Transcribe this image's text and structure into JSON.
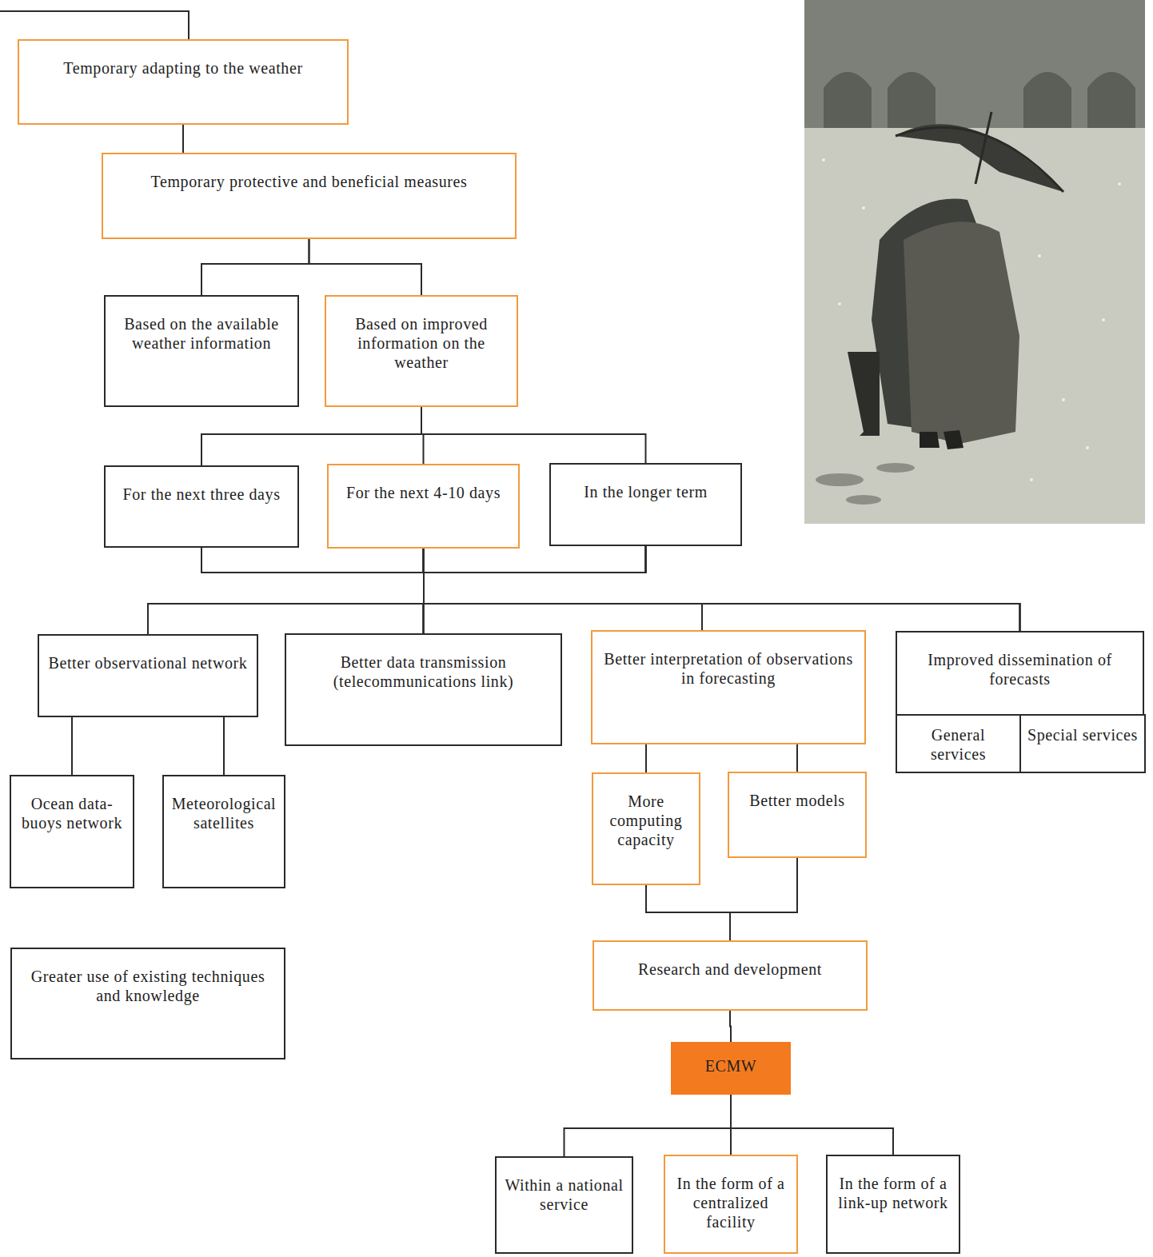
{
  "diagram": {
    "nodes": [
      {
        "text": [
          "Temporary adapting to the weather"
        ]
      },
      {
        "text": [
          "Temporary protective and beneficial measures"
        ]
      },
      {
        "text": [
          "Based on the available weather information"
        ]
      },
      {
        "text": [
          "Based on improved information on the weather"
        ]
      },
      {
        "text": [
          "For the next three days"
        ]
      },
      {
        "text": [
          "For the next 4-10 days"
        ]
      },
      {
        "text": [
          "In the longer term"
        ]
      },
      {
        "text": [
          "Better observational network"
        ]
      },
      {
        "text": [
          "Better data transmission (telecommunications link)"
        ]
      },
      {
        "text": [
          "Better interpretation of observations in forecasting"
        ]
      },
      {
        "text": [
          "Improved dissemination of forecasts"
        ]
      },
      {
        "text": [
          "General services"
        ],
        "in": 10
      },
      {
        "text": [
          "Special services"
        ],
        "in": 10
      },
      {
        "text": [
          "Ocean data-buoys network"
        ]
      },
      {
        "text": [
          "Meteorological satellites"
        ]
      },
      {
        "text": [
          "More computing capacity"
        ]
      },
      {
        "text": [
          "Better models"
        ]
      },
      {
        "text": [
          "Greater use of existing techniques and knowledge"
        ]
      },
      {
        "text": [
          "Research and development"
        ]
      },
      {
        "text": [
          "ECMW"
        ]
      },
      {
        "text": [
          "Within a national service"
        ]
      },
      {
        "text": [
          "In the form of a centralized facility"
        ]
      },
      {
        "text": [
          "In the form of a link-up network"
        ]
      }
    ],
    "edges": [
      {
        "from": 0,
        "to": 1,
        "arrow": "none"
      },
      {
        "from": 1,
        "to": 2,
        "arrow": "none"
      },
      {
        "from": 1,
        "to": 3,
        "arrow": "none"
      },
      {
        "from": 3,
        "to": 4,
        "arrow": "none"
      },
      {
        "from": 3,
        "to": 5,
        "arrow": "none"
      },
      {
        "from": 3,
        "to": 6,
        "arrow": "none"
      },
      {
        "from": 4,
        "to": 7,
        "arrow": "none"
      },
      {
        "from": 4,
        "to": 8,
        "arrow": "none"
      },
      {
        "from": 4,
        "to": 9,
        "arrow": "none"
      },
      {
        "from": 4,
        "to": 10,
        "arrow": "none"
      },
      {
        "from": 5,
        "to": 7,
        "arrow": "none"
      },
      {
        "from": 5,
        "to": 8,
        "arrow": "none"
      },
      {
        "from": 5,
        "to": 9,
        "arrow": "none"
      },
      {
        "from": 5,
        "to": 10,
        "arrow": "none"
      },
      {
        "from": 6,
        "to": 7,
        "arrow": "none"
      },
      {
        "from": 6,
        "to": 8,
        "arrow": "none"
      },
      {
        "from": 6,
        "to": 9,
        "arrow": "none"
      },
      {
        "from": 6,
        "to": 10,
        "arrow": "none"
      },
      {
        "from": 7,
        "to": 13,
        "arrow": "none"
      },
      {
        "from": 7,
        "to": 14,
        "arrow": "none"
      },
      {
        "from": 9,
        "to": 15,
        "arrow": "none"
      },
      {
        "from": 9,
        "to": 16,
        "arrow": "none"
      },
      {
        "from": 15,
        "to": 18,
        "arrow": "none"
      },
      {
        "from": 16,
        "to": 18,
        "arrow": "none"
      },
      {
        "from": 18,
        "to": 19,
        "arrow": "none"
      },
      {
        "from": 19,
        "to": 20,
        "arrow": "none"
      },
      {
        "from": 19,
        "to": 21,
        "arrow": "none"
      },
      {
        "from": 19,
        "to": 22,
        "arrow": "none"
      }
    ]
  }
}
